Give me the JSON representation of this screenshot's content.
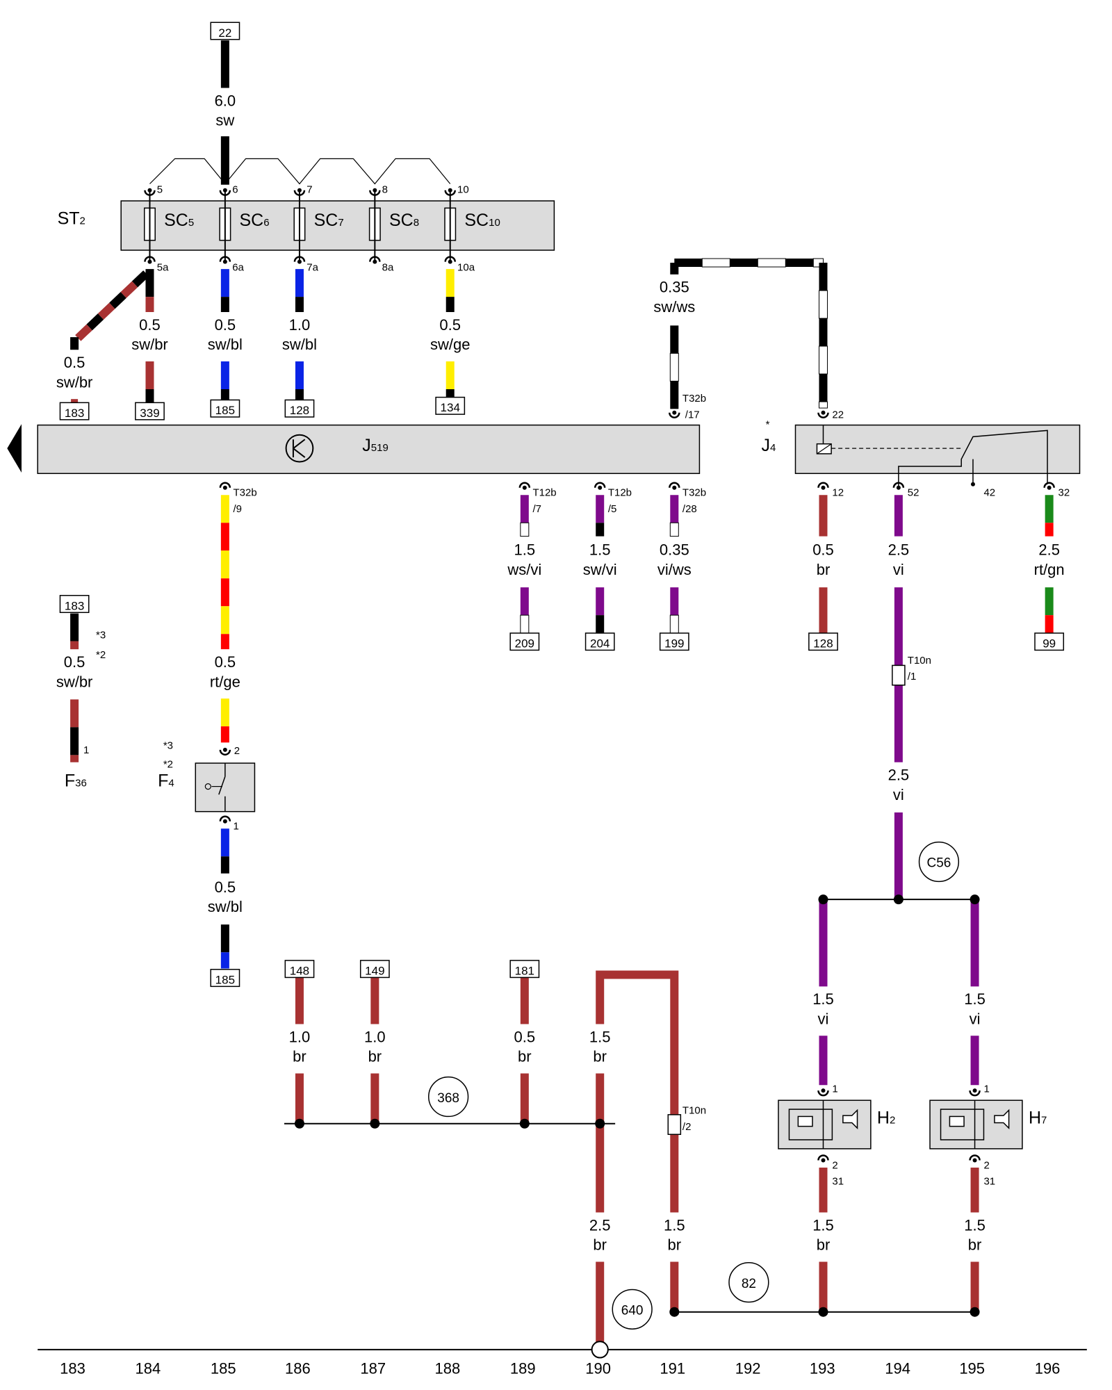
{
  "palette": {
    "black": "#000000",
    "brown": "#a83232",
    "blue": "#0a24e6",
    "yellow": "#ffee00",
    "red": "#ff0000",
    "violet": "#7f0a8c",
    "white": "#ffffff",
    "green": "#1a8a1a",
    "box_fill": "#dcdcdc"
  },
  "components": {
    "st2": {
      "name": "ST",
      "sub": "2"
    },
    "fuses": [
      {
        "name": "SC",
        "sub": "5",
        "top_pin": "5",
        "bottom_pin": "5a"
      },
      {
        "name": "SC",
        "sub": "6",
        "top_pin": "6",
        "bottom_pin": "6a"
      },
      {
        "name": "SC",
        "sub": "7",
        "top_pin": "7",
        "bottom_pin": "7a"
      },
      {
        "name": "SC",
        "sub": "8",
        "top_pin": "8",
        "bottom_pin": "8a"
      },
      {
        "name": "SC",
        "sub": "10",
        "top_pin": "10",
        "bottom_pin": "10a"
      }
    ],
    "j519": {
      "name": "J",
      "sub": "519"
    },
    "j4": {
      "name": "J",
      "sub": "4",
      "mark": "*"
    },
    "f36": {
      "name": "F",
      "sub": "36"
    },
    "f4": {
      "name": "F",
      "sub": "4"
    },
    "h2": {
      "name": "H",
      "sub": "2"
    },
    "h7": {
      "name": "H",
      "sub": "7"
    }
  },
  "wires": [
    {
      "size": "6.0",
      "color": "sw"
    },
    {
      "size": "0.5",
      "color": "sw/br"
    },
    {
      "size": "0.5",
      "color": "sw/br"
    },
    {
      "size": "0.5",
      "color": "sw/bl"
    },
    {
      "size": "1.0",
      "color": "sw/bl"
    },
    {
      "size": "0.5",
      "color": "sw/ge"
    },
    {
      "size": "0.35",
      "color": "sw/ws"
    },
    {
      "size": "0.5",
      "color": "rt/ge"
    },
    {
      "size": "1.5",
      "color": "ws/vi"
    },
    {
      "size": "1.5",
      "color": "sw/vi"
    },
    {
      "size": "0.35",
      "color": "vi/ws"
    },
    {
      "size": "0.5",
      "color": "br"
    },
    {
      "size": "2.5",
      "color": "vi"
    },
    {
      "size": "2.5",
      "color": "rt/gn"
    },
    {
      "size": "0.5",
      "color": "sw/br"
    },
    {
      "size": "2.5",
      "color": "vi"
    },
    {
      "size": "0.5",
      "color": "sw/bl"
    },
    {
      "size": "1.5",
      "color": "vi"
    },
    {
      "size": "1.5",
      "color": "vi"
    },
    {
      "size": "1.0",
      "color": "br"
    },
    {
      "size": "1.0",
      "color": "br"
    },
    {
      "size": "0.5",
      "color": "br"
    },
    {
      "size": "1.5",
      "color": "br"
    },
    {
      "size": "2.5",
      "color": "br"
    },
    {
      "size": "1.5",
      "color": "br"
    },
    {
      "size": "1.5",
      "color": "br"
    },
    {
      "size": "1.5",
      "color": "br"
    }
  ],
  "refs": [
    "22",
    "183",
    "339",
    "185",
    "128",
    "134",
    "209",
    "204",
    "199",
    "128",
    "99",
    "183",
    "185",
    "148",
    "149",
    "181"
  ],
  "pins": [
    {
      "text": "T32b",
      "text2": "/17"
    },
    {
      "text": "22"
    },
    {
      "text": "T32b",
      "text2": "/9"
    },
    {
      "text": "T12b",
      "text2": "/7"
    },
    {
      "text": "T12b",
      "text2": "/5"
    },
    {
      "text": "T32b",
      "text2": "/28"
    },
    {
      "text": "12"
    },
    {
      "text": "52"
    },
    {
      "text": "42"
    },
    {
      "text": "32"
    },
    {
      "text": "1"
    },
    {
      "text": "2"
    },
    {
      "text": "1"
    },
    {
      "text": "1"
    },
    {
      "text": "2",
      "text2": "31"
    },
    {
      "text": "1"
    },
    {
      "text": "2",
      "text2": "31"
    }
  ],
  "connectors": [
    {
      "name": "T10n",
      "pin": "/1"
    },
    {
      "name": "T10n",
      "pin": "/2"
    }
  ],
  "grounds": [
    "C56",
    "368",
    "640",
    "82"
  ],
  "notes": [
    "*3",
    "*2",
    "*3",
    "*2"
  ],
  "track": [
    "183",
    "184",
    "185",
    "186",
    "187",
    "188",
    "189",
    "190",
    "191",
    "192",
    "193",
    "194",
    "195",
    "196"
  ],
  "doc_id": "4L0-060150412"
}
